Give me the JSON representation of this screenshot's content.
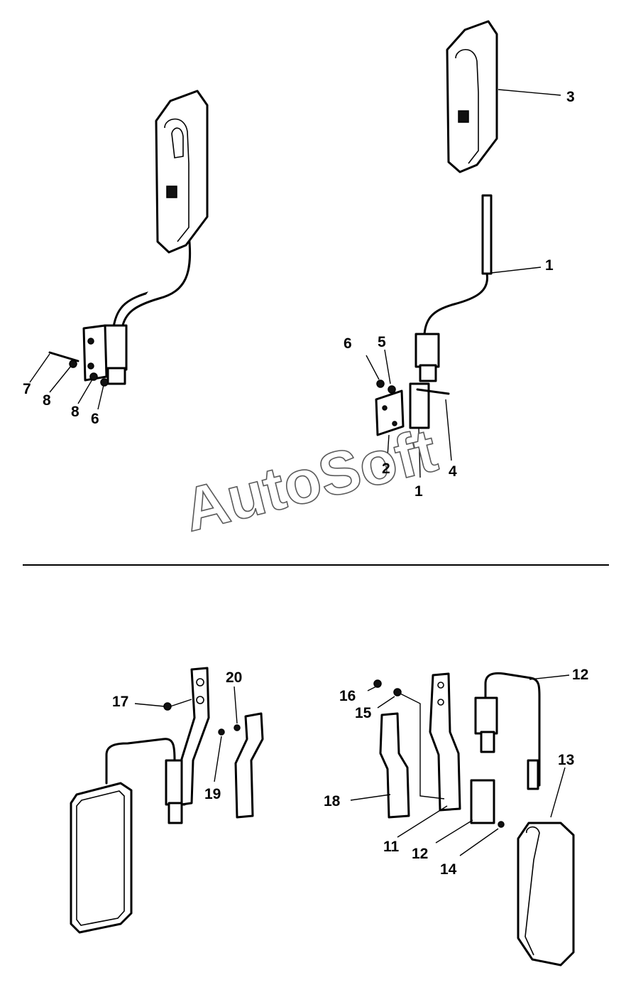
{
  "watermark": "AutoSoft",
  "callouts": {
    "c1_top": "1",
    "c1_bottom": "1",
    "c2": "2",
    "c3": "3",
    "c4": "4",
    "c5": "5",
    "c6_right": "6",
    "c6_left": "6",
    "c7": "7",
    "c8_a": "8",
    "c8_b": "8",
    "c11": "11",
    "c12_top": "12",
    "c12_bottom": "12",
    "c13": "13",
    "c14": "14",
    "c15": "15",
    "c16": "16",
    "c17": "17",
    "c18": "18",
    "c19": "19",
    "c20": "20"
  }
}
